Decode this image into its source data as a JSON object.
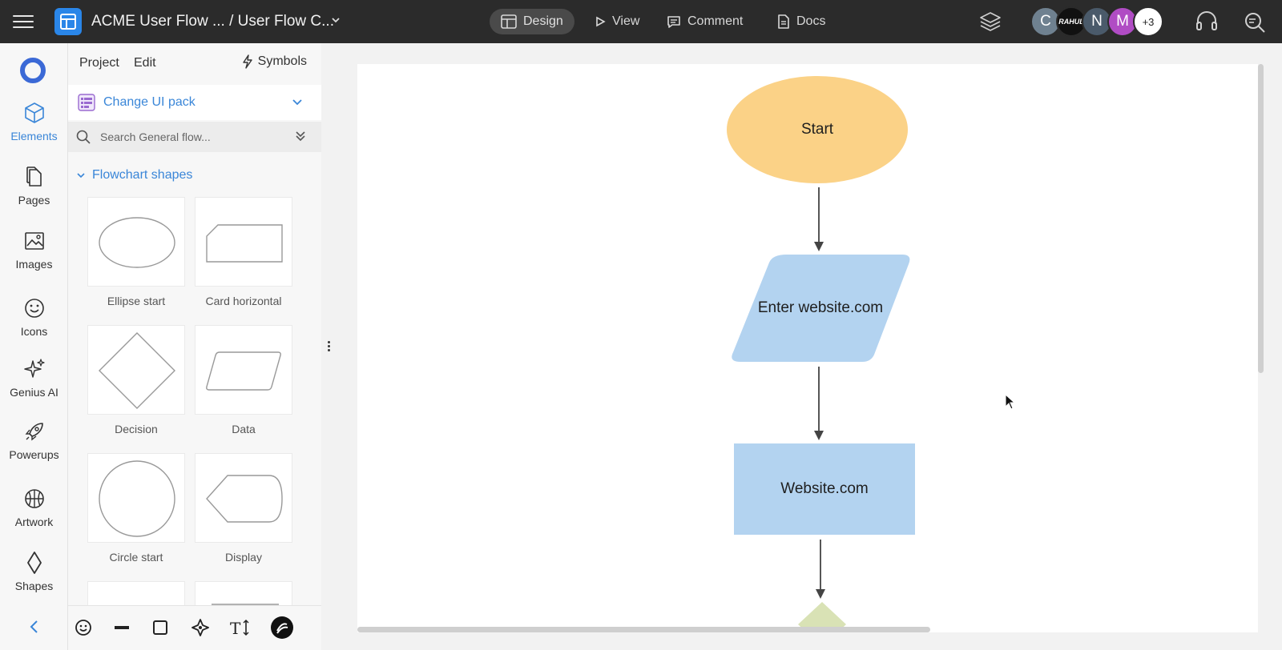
{
  "topbar": {
    "doc_title": "ACME User Flow ... / User Flow C...",
    "modes": [
      {
        "label": "Design",
        "icon": "layout-icon",
        "active": true
      },
      {
        "label": "View",
        "icon": "play-icon",
        "active": false
      },
      {
        "label": "Comment",
        "icon": "comment-icon",
        "active": false
      },
      {
        "label": "Docs",
        "icon": "doc-icon",
        "active": false
      }
    ],
    "avatars": [
      {
        "label": "C",
        "color": "#6f8190"
      },
      {
        "label": "RAHUL",
        "color": "#111111"
      },
      {
        "label": "N",
        "color": "#4a5a6a"
      },
      {
        "label": "M",
        "color": "#b04cc4"
      },
      {
        "label": "+3",
        "color": "#ffffff"
      }
    ]
  },
  "rail": {
    "items": [
      {
        "label": "Elements",
        "icon": "cube-icon",
        "active": true
      },
      {
        "label": "Pages",
        "icon": "pages-icon",
        "active": false
      },
      {
        "label": "Images",
        "icon": "image-icon",
        "active": false
      },
      {
        "label": "Icons",
        "icon": "smiley-icon",
        "active": false
      },
      {
        "label": "Genius AI",
        "icon": "sparkle-icon",
        "active": false
      },
      {
        "label": "Powerups",
        "icon": "rocket-icon",
        "active": false
      },
      {
        "label": "Artwork",
        "icon": "basketball-icon",
        "active": false
      },
      {
        "label": "Shapes",
        "icon": "diamond-icon",
        "active": false
      }
    ]
  },
  "panel": {
    "tabs": [
      "Project",
      "Edit"
    ],
    "symbols_label": "Symbols",
    "ui_pack_label": "Change UI pack",
    "search_placeholder": "Search General flow...",
    "section_title": "Flowchart shapes",
    "shapes": [
      {
        "label": "Ellipse start",
        "shape": "ellipse"
      },
      {
        "label": "Card horizontal",
        "shape": "card"
      },
      {
        "label": "Decision",
        "shape": "diamond"
      },
      {
        "label": "Data",
        "shape": "parallelogram"
      },
      {
        "label": "Circle start",
        "shape": "circle"
      },
      {
        "label": "Display",
        "shape": "display"
      }
    ]
  },
  "canvas": {
    "nodes": [
      {
        "label": "Start",
        "shape": "ellipse",
        "color": "#fbd287"
      },
      {
        "label": "Enter website.com",
        "shape": "parallelogram",
        "color": "#b3d3f0"
      },
      {
        "label": "Website.com",
        "shape": "rectangle",
        "color": "#b3d3f0"
      },
      {
        "label": "",
        "shape": "diamond",
        "color": "#d9e2b5"
      }
    ]
  }
}
